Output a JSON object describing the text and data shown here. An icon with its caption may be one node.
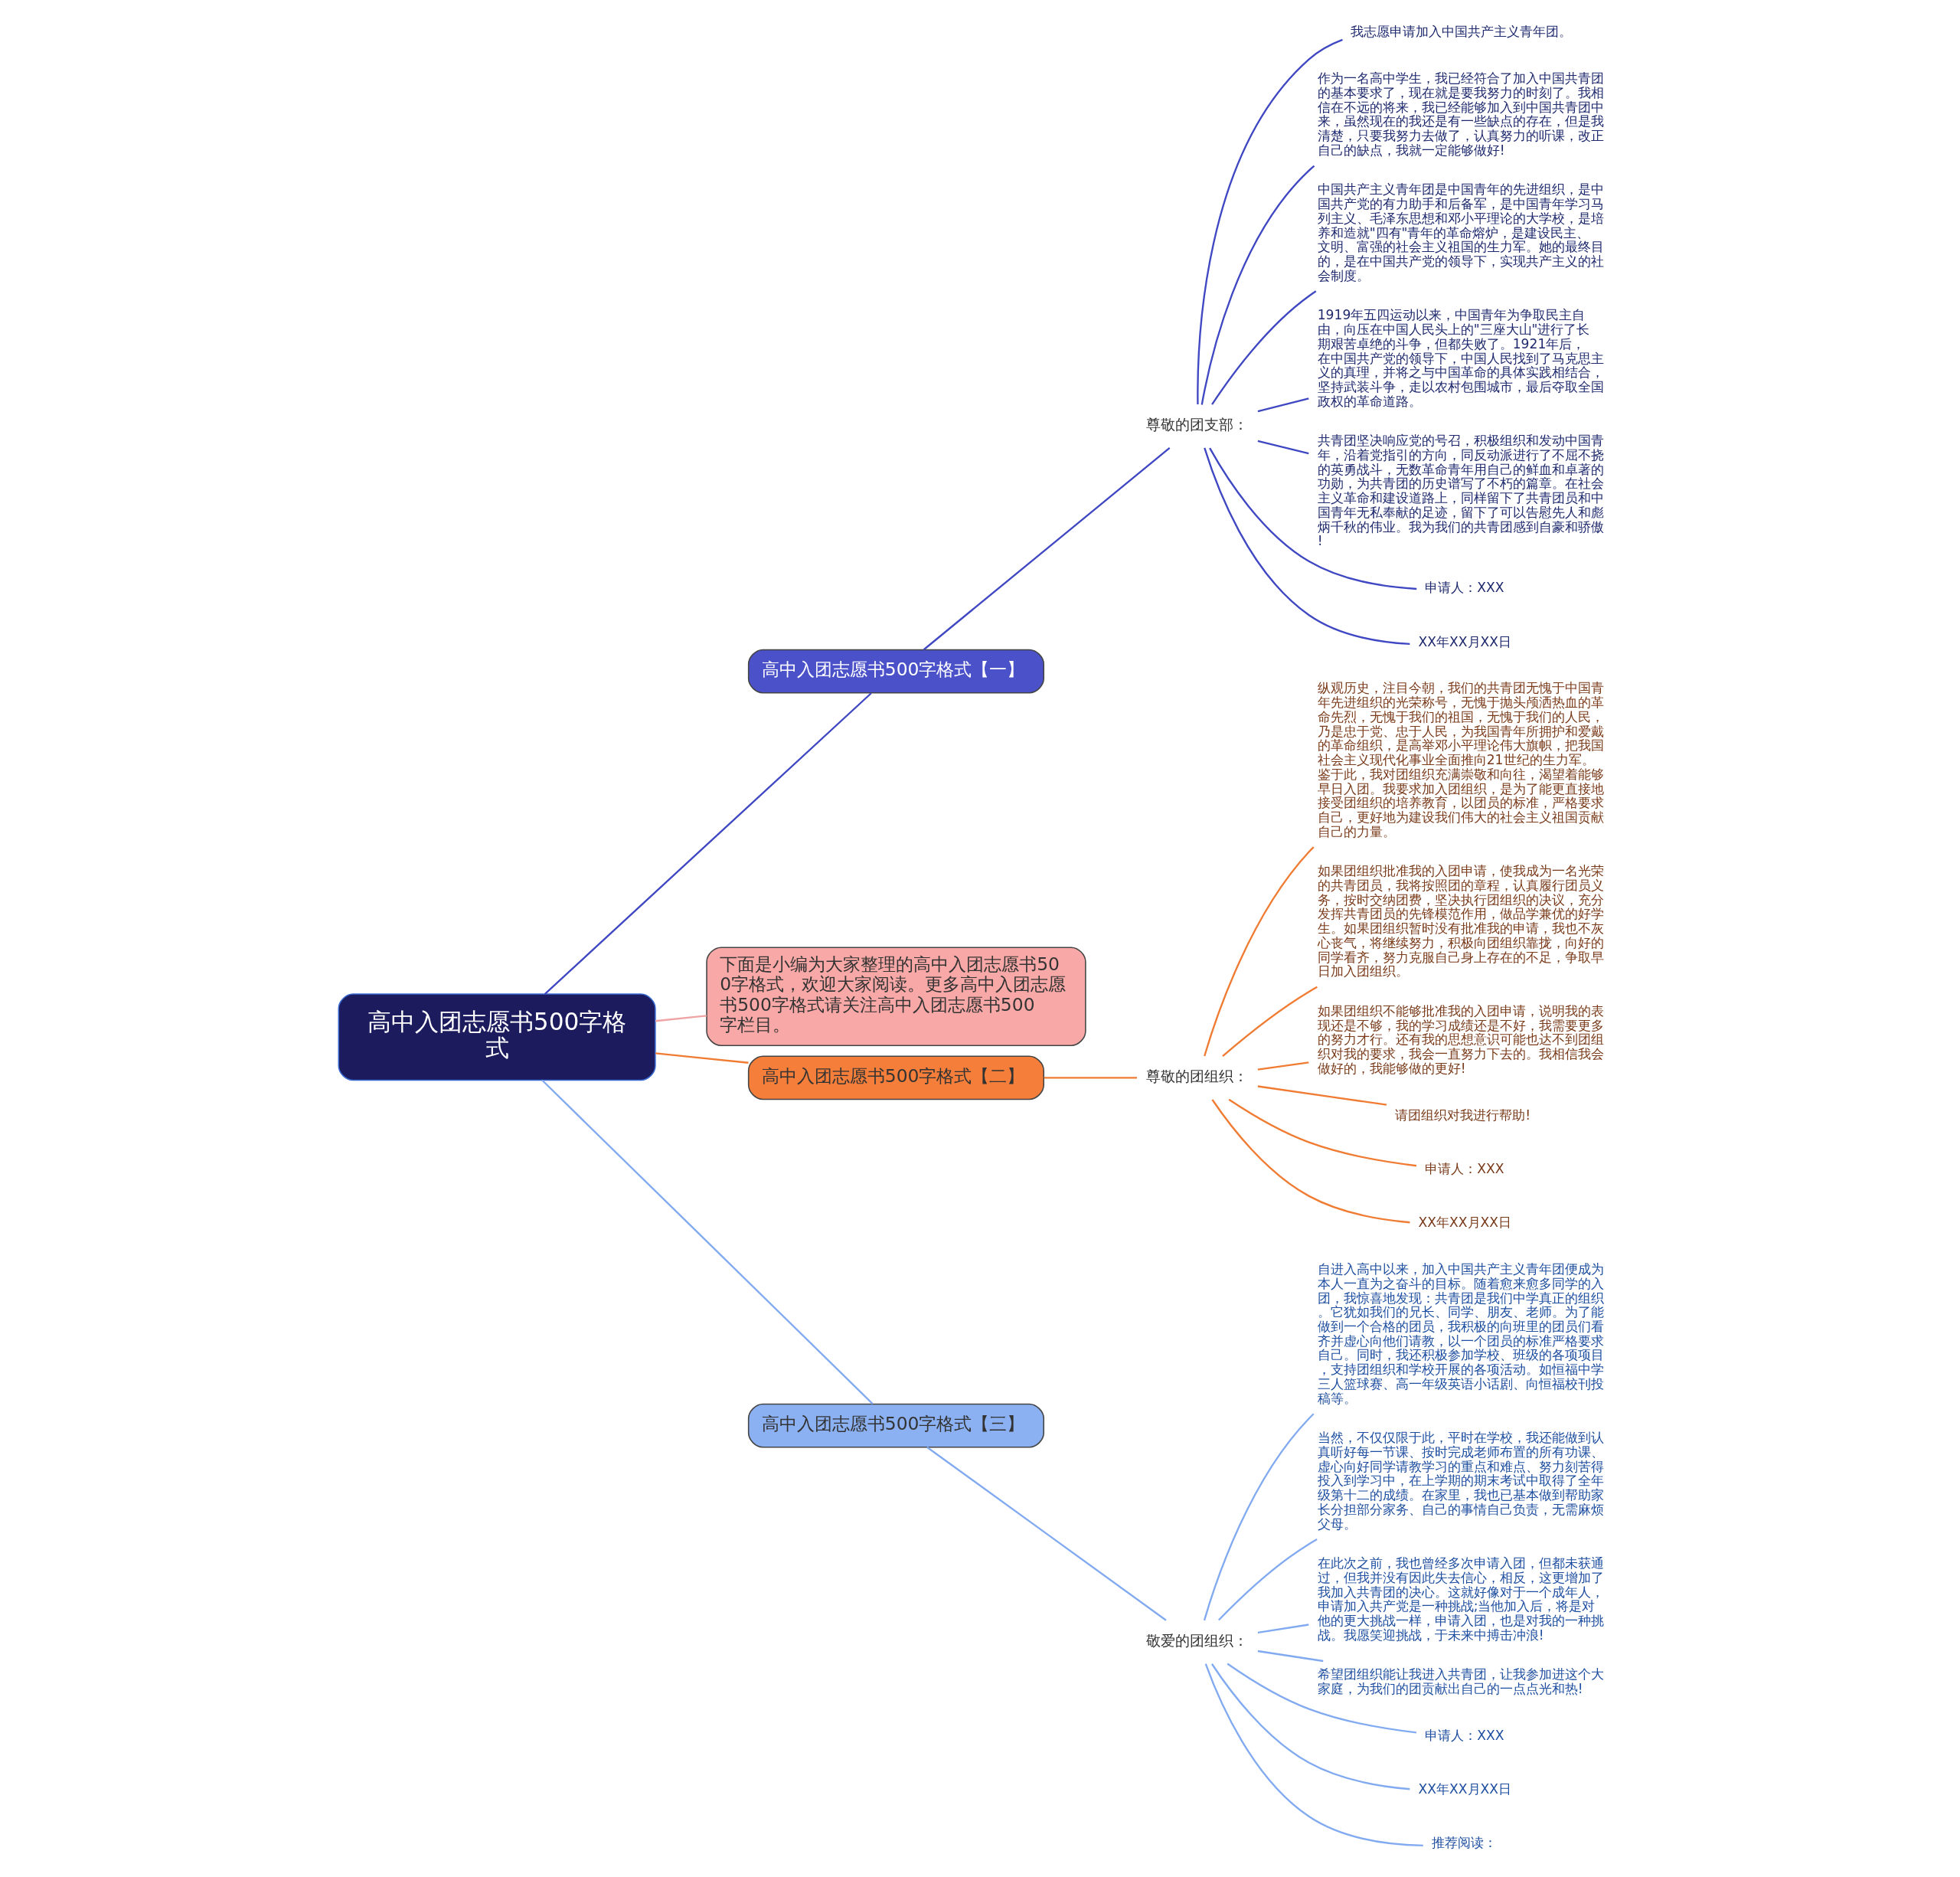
{
  "diagram": {
    "nodes": [
      {
        "text": [
          "高中入团志愿书500字格式"
        ]
      },
      {
        "text": [
          "高中入团志愿书500字格式【一】"
        ]
      },
      {
        "text": [
          "尊敬的团支部："
        ]
      },
      {
        "text": [
          "我志愿申请加入中国共产主义青年团。"
        ]
      },
      {
        "text": [
          "作为一名高中学生，我已经符合了加入中国共青团的基本要求了，现在就是要我努力的时刻了。我相信在不远的将来，我已经能够加入到中国共青团中来，虽然现在的我还是有一些缺点的存在，但是我清楚，只要我努力去做了，认真努力的听课，改正自己的缺点，我就一定能够做好!"
        ]
      },
      {
        "text": [
          "中国共产主义青年团是中国青年的先进组织，是中国共产党的有力助手和后备军，是中国青年学习马列主义、毛泽东思想和邓小平理论的大学校，是培养和造就\"四有\"青年的革命熔炉，是建设民主、文明、富强的社会主义祖国的生力军。她的最终目的，是在中国共产党的领导下，实现共产主义的社会制度。"
        ]
      },
      {
        "text": [
          "1919年五四运动以来，中国青年为争取民主自由，向压在中国人民头上的\"三座大山\"进行了长期艰苦卓绝的斗争，但都失败了。1921年后，在中国共产党的领导下，中国人民找到了马克思主义的真理，并将之与中国革命的具体实践相结合，坚持武装斗争，走以农村包围城市，最后夺取全国政权的革命道路。"
        ]
      },
      {
        "text": [
          "共青团坚决响应党的号召，积极组织和发动中国青年，沿着党指引的方向，同反动派进行了不屈不挠的英勇战斗，无数革命青年用自己的鲜血和卓著的功勋，为共青团的历史谱写了不朽的篇章。在社会主义革命和建设道路上，同样留下了共青团员和中国青年无私奉献的足迹，留下了可以告慰先人和彪炳千秋的伟业。我为我们的共青团感到自豪和骄傲!"
        ]
      },
      {
        "text": [
          "申请人：XXX"
        ]
      },
      {
        "text": [
          "XX年XX月XX日"
        ]
      },
      {
        "text": [
          "下面是小编为大家整理的高中入团志愿书500字格式，欢迎大家阅读。更多高中入团志愿书500字格式请关注高中入团志愿书500字栏目。"
        ]
      },
      {
        "text": [
          "高中入团志愿书500字格式【二】"
        ]
      },
      {
        "text": [
          "尊敬的团组织："
        ]
      },
      {
        "text": [
          "纵观历史，注目今朝，我们的共青团无愧于中国青年先进组织的光荣称号，无愧于抛头颅洒热血的革命先烈，无愧于我们的祖国，无愧于我们的人民，乃是忠于党、忠于人民，为我国青年所拥护和爱戴的革命组织，是高举邓小平理论伟大旗帜，把我国社会主义现代化事业全面推向21世纪的生力军。鉴于此，我对团组织充满崇敬和向往，渴望着能够早日入团。我要求加入团组织，是为了能更直接地接受团组织的培养教育，以团员的标准，严格要求自己，更好地为建设我们伟大的社会主义祖国贡献自己的力量。"
        ]
      },
      {
        "text": [
          "如果团组织批准我的入团申请，使我成为一名光荣的共青团员，我将按照团的章程，认真履行团员义务，按时交纳团费，坚决执行团组织的决议，充分发挥共青团员的先锋模范作用，做品学兼优的好学生。如果团组织暂时没有批准我的申请，我也不灰心丧气，将继续努力，积极向团组织靠拢，向好的同学看齐，努力克服自己身上存在的不足，争取早日加入团组织。"
        ]
      },
      {
        "text": [
          "如果团组织不能够批准我的入团申请，说明我的表现还是不够，我的学习成绩还是不好，我需要更多的努力才行。还有我的思想意识可能也达不到团组织对我的要求，我会一直努力下去的。我相信我会做好的，我能够做的更好!"
        ]
      },
      {
        "text": [
          "请团组织对我进行帮助!"
        ]
      },
      {
        "text": [
          "申请人：XXX"
        ]
      },
      {
        "text": [
          "XX年XX月XX日"
        ]
      },
      {
        "text": [
          "高中入团志愿书500字格式【三】"
        ]
      },
      {
        "text": [
          "敬爱的团组织："
        ]
      },
      {
        "text": [
          "自进入高中以来，加入中国共产主义青年团便成为本人一直为之奋斗的目标。随着愈来愈多同学的入团，我惊喜地发现：共青团是我们中学真正的组织。它犹如我们的兄长、同学、朋友、老师。为了能做到一个合格的团员，我积极的向班里的团员们看齐并虚心向他们请教，以一个团员的标准严格要求自己。同时，我还积极参加学校、班级的各项项目，支持团组织和学校开展的各项活动。如恒福中学三人篮球赛、高一年级英语小话剧、向恒福校刊投稿等。"
        ]
      },
      {
        "text": [
          "当然，不仅仅限于此，平时在学校，我还能做到认真听好每一节课、按时完成老师布置的所有功课、虚心向好同学请教学习的重点和难点、努力刻苦得投入到学习中，在上学期的期末考试中取得了全年级第十二的成绩。在家里，我也已基本做到帮助家长分担部分家务、自己的事情自己负责，无需麻烦父母。"
        ]
      },
      {
        "text": [
          "在此次之前，我也曾经多次申请入团，但都未获通过，但我并没有因此失去信心，相反，这更增加了我加入共青团的决心。这就好像对于一个成年人，申请加入共产党是一种挑战;当他加入后，将是对他的更大挑战一样，申请入团，也是对我的一种挑战。我愿笑迎挑战，于未来中搏击冲浪!"
        ]
      },
      {
        "text": [
          "希望团组织能让我进入共青团，让我参加进这个大家庭，为我们的团贡献出自己的一点点光和热!"
        ]
      },
      {
        "text": [
          "申请人：XXX"
        ]
      },
      {
        "text": [
          "XX年XX月XX日"
        ]
      },
      {
        "text": [
          "推荐阅读："
        ]
      }
    ],
    "edges": [
      {
        "from": 0,
        "to": 1,
        "arrow": "none",
        "color": "#3f47c2"
      },
      {
        "from": 1,
        "to": 2,
        "arrow": "none",
        "color": "#3f47c2"
      },
      {
        "from": 2,
        "to": 3,
        "arrow": "none",
        "color": "#3f47c2"
      },
      {
        "from": 2,
        "to": 4,
        "arrow": "none",
        "color": "#3f47c2"
      },
      {
        "from": 2,
        "to": 5,
        "arrow": "none",
        "color": "#3f47c2"
      },
      {
        "from": 2,
        "to": 6,
        "arrow": "none",
        "color": "#3f47c2"
      },
      {
        "from": 2,
        "to": 7,
        "arrow": "none",
        "color": "#3f47c2"
      },
      {
        "from": 2,
        "to": 8,
        "arrow": "none",
        "color": "#3f47c2"
      },
      {
        "from": 2,
        "to": 9,
        "arrow": "none",
        "color": "#3f47c2"
      },
      {
        "from": 0,
        "to": 10,
        "arrow": "none",
        "color": "#f0a3a3"
      },
      {
        "from": 0,
        "to": 11,
        "arrow": "none",
        "color": "#f07b32"
      },
      {
        "from": 11,
        "to": 12,
        "arrow": "none",
        "color": "#f07b32"
      },
      {
        "from": 12,
        "to": 13,
        "arrow": "none",
        "color": "#f07b32"
      },
      {
        "from": 12,
        "to": 14,
        "arrow": "none",
        "color": "#f07b32"
      },
      {
        "from": 12,
        "to": 15,
        "arrow": "none",
        "color": "#f07b32"
      },
      {
        "from": 12,
        "to": 16,
        "arrow": "none",
        "color": "#f07b32"
      },
      {
        "from": 12,
        "to": 17,
        "arrow": "none",
        "color": "#f07b32"
      },
      {
        "from": 12,
        "to": 18,
        "arrow": "none",
        "color": "#f07b32"
      },
      {
        "from": 0,
        "to": 19,
        "arrow": "none",
        "color": "#82aaf0"
      },
      {
        "from": 19,
        "to": 20,
        "arrow": "none",
        "color": "#82aaf0"
      },
      {
        "from": 20,
        "to": 21,
        "arrow": "none",
        "color": "#82aaf0"
      },
      {
        "from": 20,
        "to": 22,
        "arrow": "none",
        "color": "#82aaf0"
      },
      {
        "from": 20,
        "to": 23,
        "arrow": "none",
        "color": "#82aaf0"
      },
      {
        "from": 20,
        "to": 24,
        "arrow": "none",
        "color": "#82aaf0"
      },
      {
        "from": 20,
        "to": 25,
        "arrow": "none",
        "color": "#82aaf0"
      },
      {
        "from": 20,
        "to": 26,
        "arrow": "none",
        "color": "#82aaf0"
      },
      {
        "from": 20,
        "to": 27,
        "arrow": "none",
        "color": "#82aaf0"
      }
    ]
  }
}
